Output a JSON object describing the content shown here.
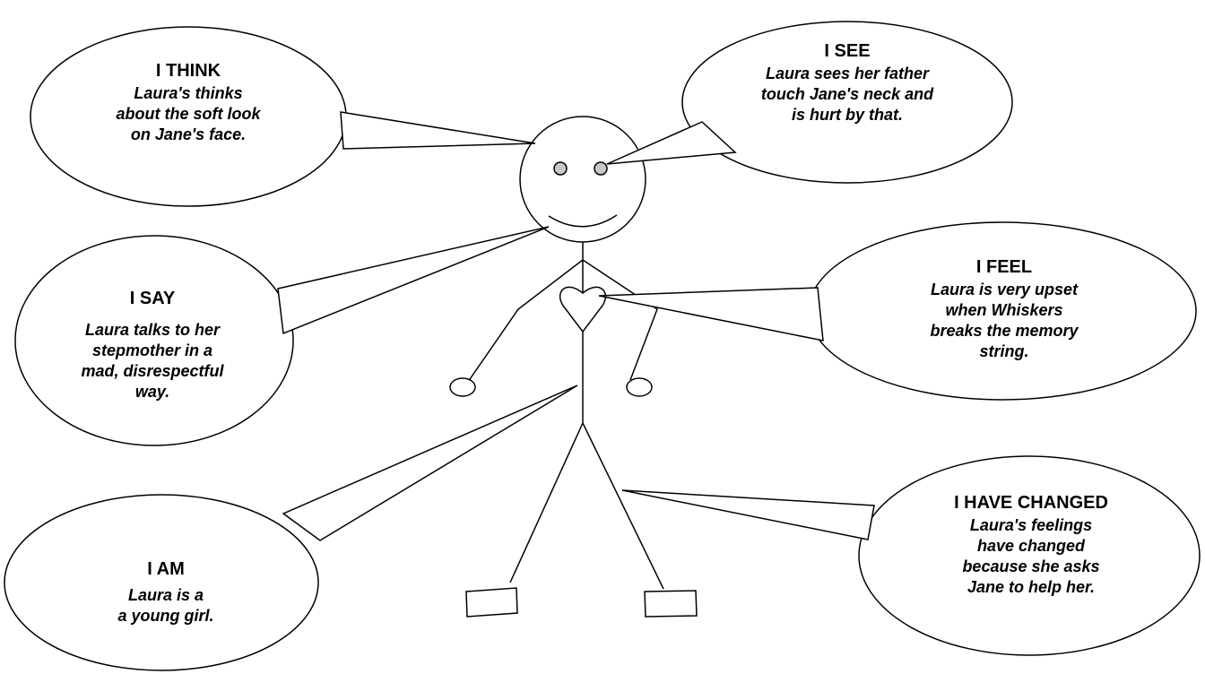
{
  "bubbles": {
    "think": {
      "title": "I THINK",
      "lines": [
        "Laura's thinks",
        "about the soft look",
        "on Jane's face."
      ]
    },
    "see": {
      "title": "I SEE",
      "lines": [
        "Laura sees her father",
        "touch Jane's neck and",
        "is hurt by that."
      ]
    },
    "say": {
      "title": "I SAY",
      "lines": [
        "Laura talks to her",
        "stepmother in a",
        "mad, disrespectful",
        "way."
      ]
    },
    "feel": {
      "title": "I FEEL",
      "lines": [
        "Laura is very upset",
        "when Whiskers",
        "breaks the memory",
        "string."
      ]
    },
    "am": {
      "title": "I AM",
      "lines": [
        "Laura is a",
        "a young girl."
      ]
    },
    "changed": {
      "title": "I HAVE CHANGED",
      "lines": [
        "Laura's feelings",
        "have changed",
        "because she asks",
        "Jane to help her."
      ]
    }
  }
}
